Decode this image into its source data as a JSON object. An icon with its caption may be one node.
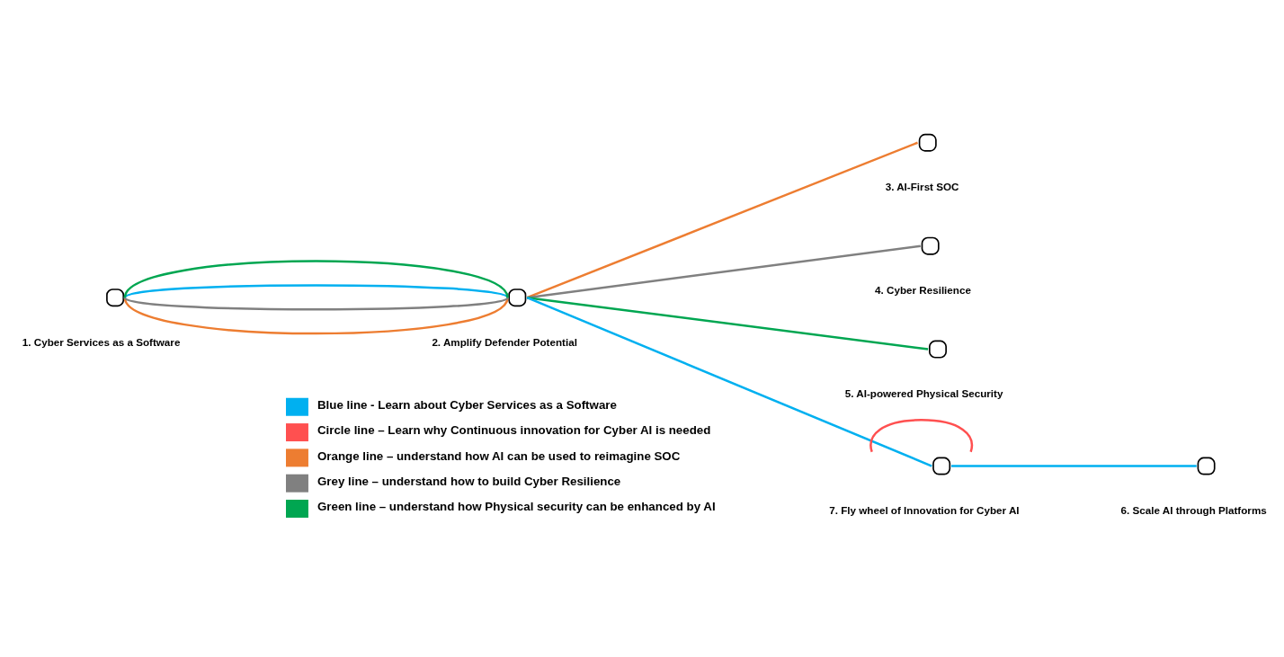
{
  "diagram": {
    "nodes": [
      {
        "text": [
          "1. Cyber Services as a Software"
        ]
      },
      {
        "text": [
          "2. Amplify Defender Potential"
        ]
      },
      {
        "text": [
          "3. AI-First SOC"
        ]
      },
      {
        "text": [
          "4. Cyber Resilience"
        ]
      },
      {
        "text": [
          "5. AI-powered Physical Security"
        ]
      },
      {
        "text": [
          "6. Scale AI through Platforms"
        ]
      },
      {
        "text": [
          "7. Fly wheel of Innovation for Cyber AI"
        ]
      }
    ],
    "edges": [
      {
        "from": 0,
        "to": 1,
        "arrow": "none",
        "color": "#ed7d31"
      },
      {
        "from": 0,
        "to": 1,
        "arrow": "none",
        "color": "#808080"
      },
      {
        "from": 0,
        "to": 1,
        "arrow": "none",
        "color": "#00b0f0"
      },
      {
        "from": 0,
        "to": 1,
        "arrow": "none",
        "color": "#00a651"
      },
      {
        "from": 1,
        "to": 2,
        "arrow": "none",
        "color": "#ed7d31"
      },
      {
        "from": 1,
        "to": 3,
        "arrow": "none",
        "color": "#808080"
      },
      {
        "from": 1,
        "to": 6,
        "arrow": "none",
        "color": "#00b0f0"
      },
      {
        "from": 6,
        "to": 5,
        "arrow": "none",
        "color": "#00b0f0"
      },
      {
        "from": 1,
        "to": 4,
        "arrow": "none",
        "color": "#00a651"
      },
      {
        "from": 6,
        "to": 6,
        "arrow": "none",
        "color": "#ff5050"
      }
    ],
    "legend": [
      {
        "text": "Blue line - Learn about Cyber Services as a Software",
        "color": "#00b0f0"
      },
      {
        "text": "Circle line – Learn why Continuous innovation for Cyber AI is needed",
        "color": "#ff5050"
      },
      {
        "text": "Orange line – understand how AI can be used to reimagine SOC",
        "color": "#ed7d31"
      },
      {
        "text": "Grey line – understand how to build Cyber Resilience",
        "color": "#808080"
      },
      {
        "text": "Green line – understand how Physical security can be enhanced by AI",
        "color": "#00a651"
      }
    ]
  }
}
